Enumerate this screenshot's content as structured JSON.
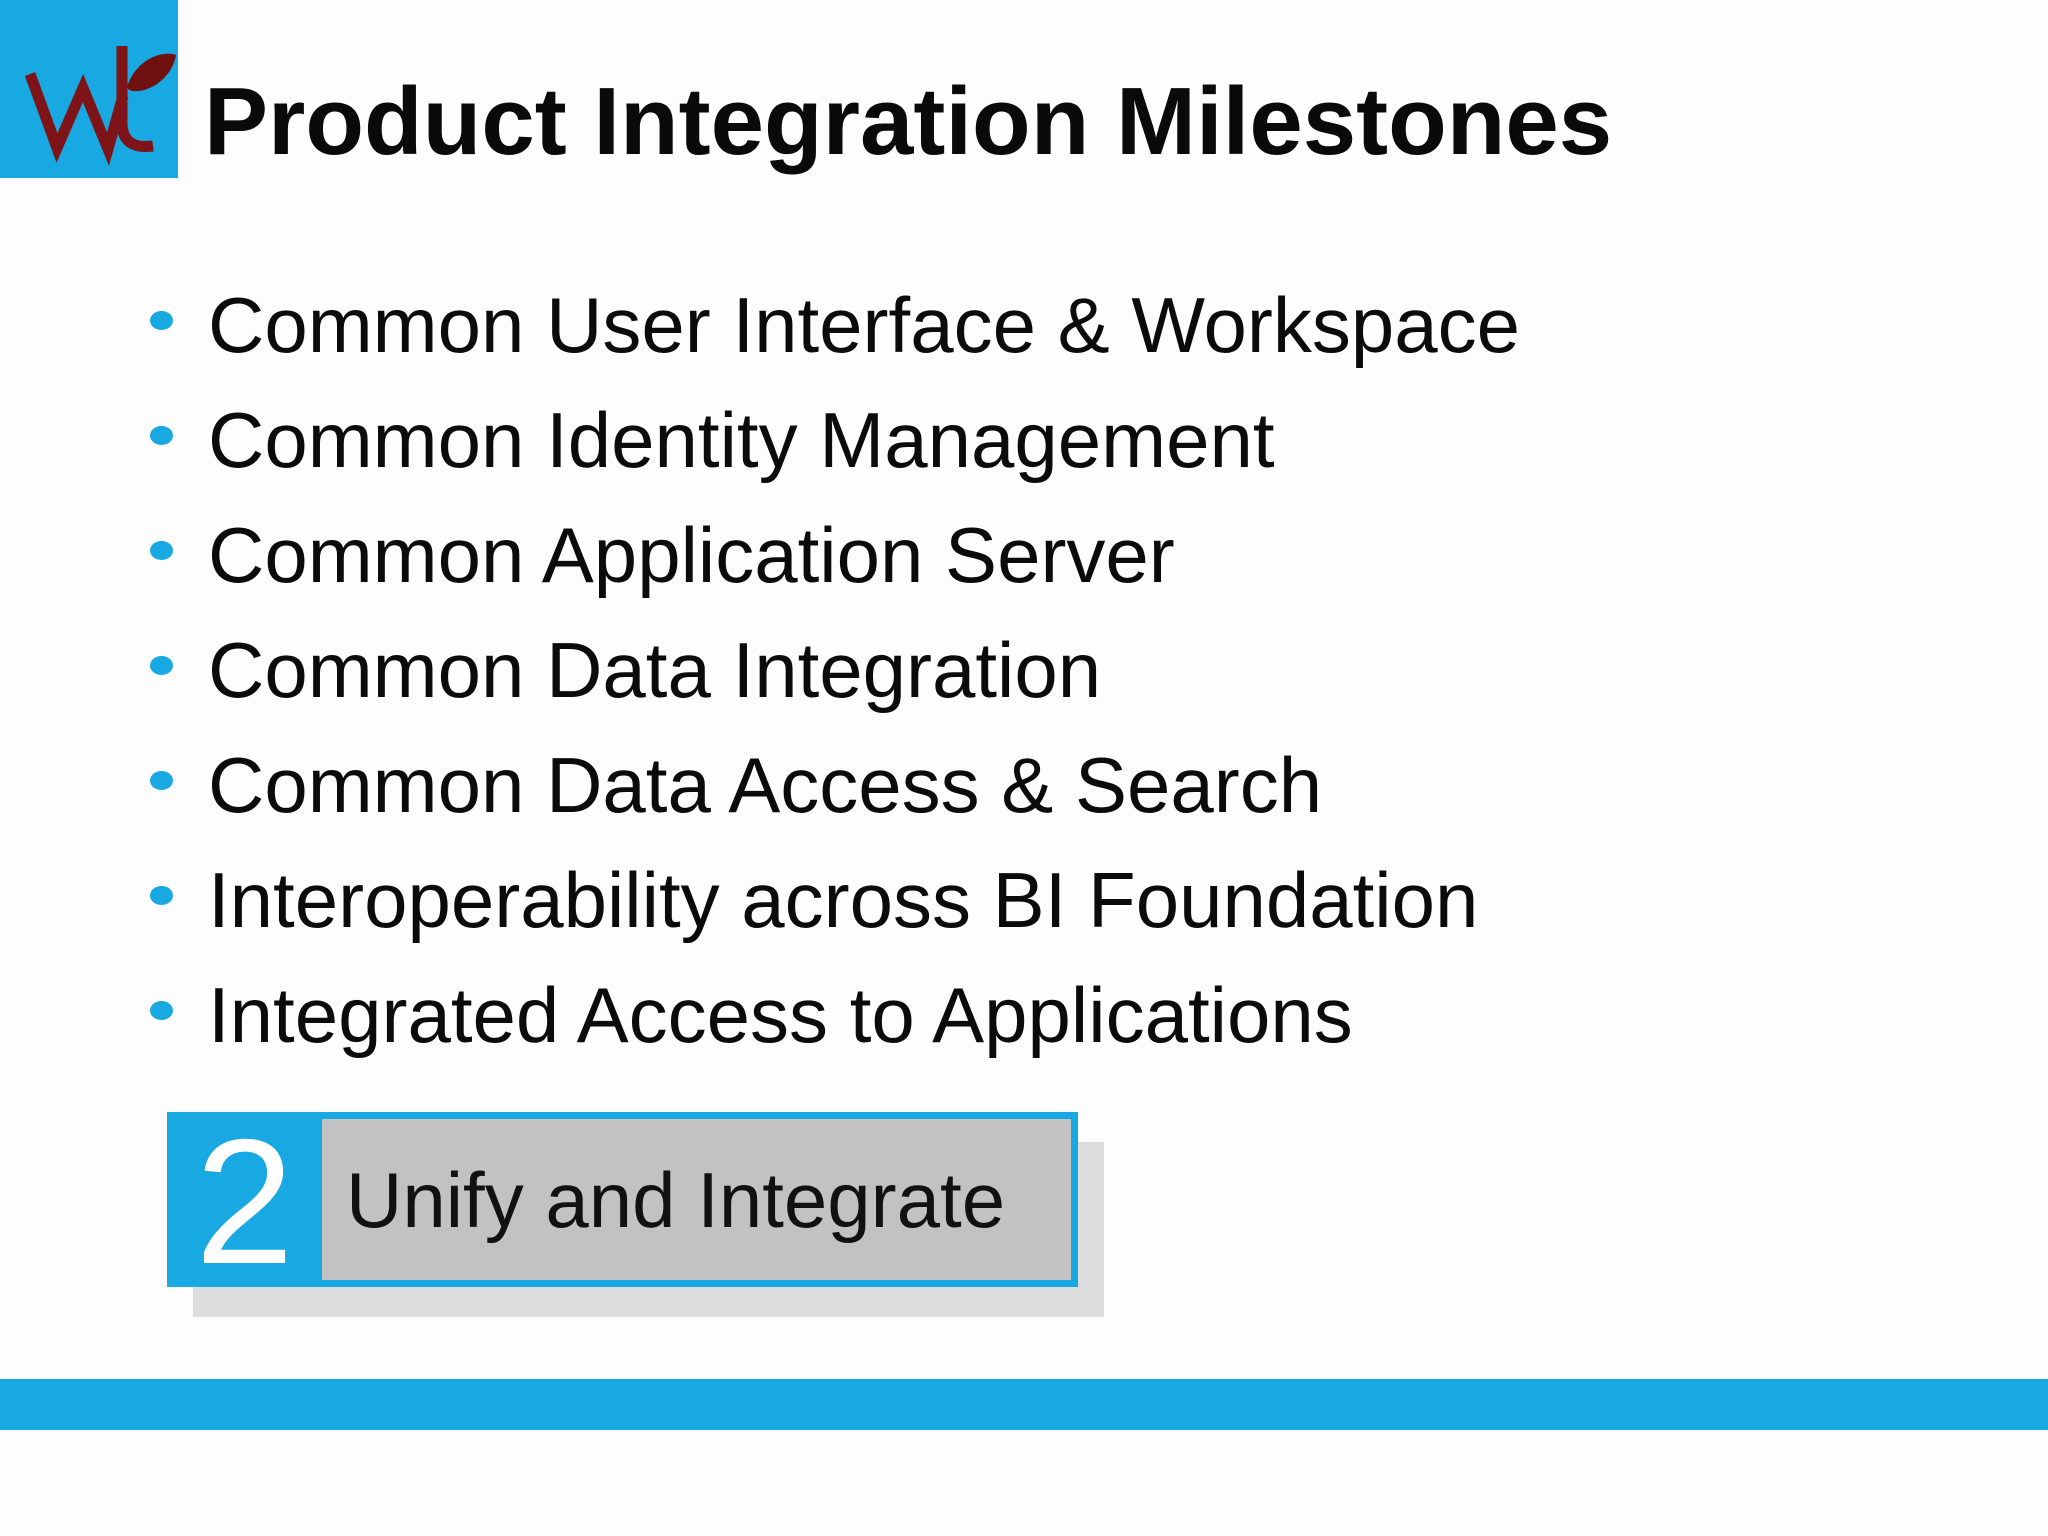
{
  "slide": {
    "logo": {
      "text": "wt",
      "icon": "wt-leaf-logo"
    },
    "title": "Product Integration Milestones",
    "bullets": [
      "Common User Interface & Workspace",
      "Common Identity Management",
      "Common Application Server",
      "Common Data Integration",
      "Common Data Access & Search",
      "Interoperability across BI Foundation",
      "Integrated Access to Applications"
    ],
    "badge": {
      "number": "2",
      "label": "Unify and Integrate"
    },
    "colors": {
      "accent_blue": "#18A8E2",
      "badge_gray": "#C2C2C2",
      "logo_maroon": "#7E1417",
      "leaf_maroon": "#70100F",
      "text_black": "#0B0B0B",
      "background": "#FDFDFD"
    }
  }
}
